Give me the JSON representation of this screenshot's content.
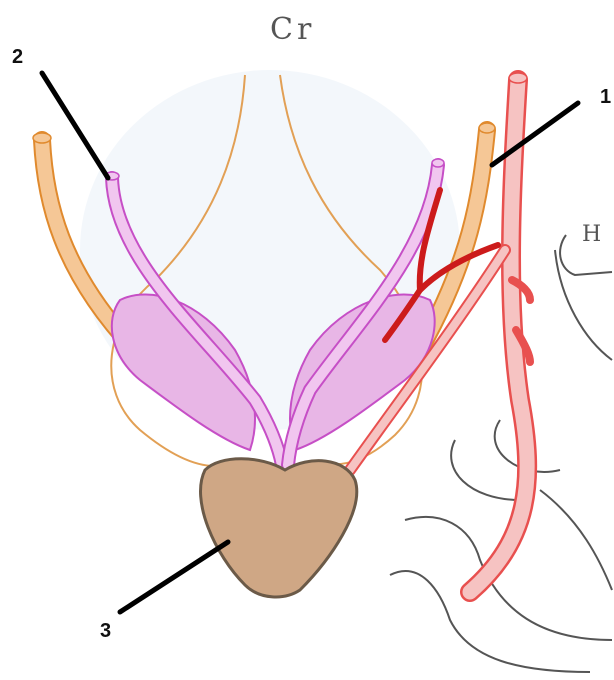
{
  "orientation_mark": "Cr",
  "partial_mark": "H",
  "labels": {
    "one": "1",
    "two": "2",
    "three": "3"
  },
  "colors": {
    "ureter": "#f0b27a",
    "ureter_outline": "#e08a2e",
    "ductus_deferens": "#c64fc6",
    "gland_fill": "#e8b6e6",
    "bladder_outline": "#e2a055",
    "prostate_fill": "#cfa785",
    "prostate_outline": "#6b5a48",
    "artery": "#e8504f",
    "artery_dark": "#cc1b1b",
    "pelvis_outline": "#555555"
  }
}
